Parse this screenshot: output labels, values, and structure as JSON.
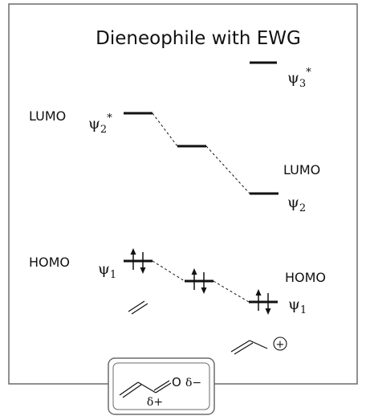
{
  "title": "Dieneophile with EWG",
  "left_mos": {
    "lumo_label": "LUMO",
    "lumo_psi": "ψ",
    "lumo_sub": "2",
    "lumo_star": "*",
    "homo_label": "HOMO",
    "homo_psi": "ψ",
    "homo_sub": "1"
  },
  "right_mos": {
    "psi3": "ψ",
    "psi3_sub": "3",
    "psi3_star": "*",
    "lumo_label": "LUMO",
    "psi2": "ψ",
    "psi2_sub": "2",
    "homo_label": "HOMO",
    "psi1": "ψ",
    "psi1_sub": "1"
  },
  "cation": {
    "charge_symbol": "+"
  },
  "acrolein": {
    "oxygen": "O",
    "delta_minus": "δ−",
    "delta_plus": "δ+"
  },
  "colors": {
    "frame": "#6b6b6b",
    "ink": "#111111",
    "box_fill": "#ffffff"
  }
}
